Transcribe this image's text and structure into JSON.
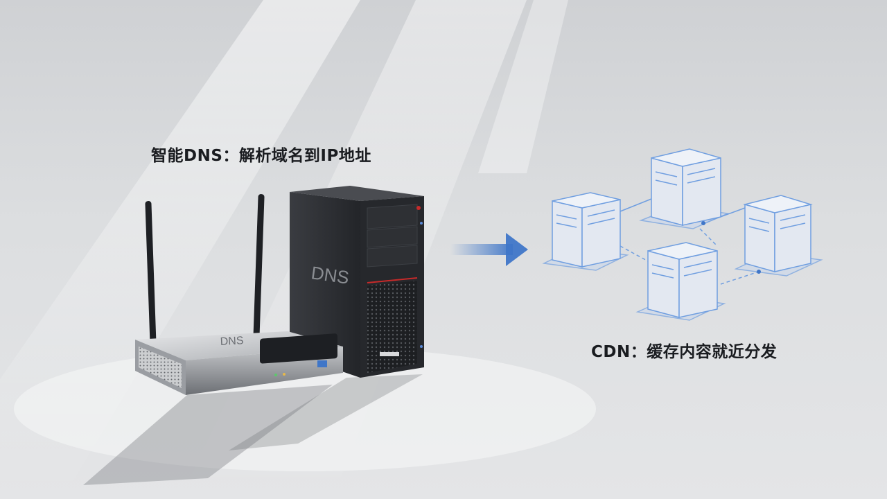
{
  "captions": {
    "dns": "智能DNS：解析域名到IP地址",
    "cdn": "CDN：缓存内容就近分发"
  },
  "devices": {
    "router_label": "DNS",
    "server_label": "DNS"
  },
  "colors": {
    "accent_blue": "#3f76c8",
    "server_line": "#6f9ee0",
    "device_dark": "#2b2d31"
  }
}
